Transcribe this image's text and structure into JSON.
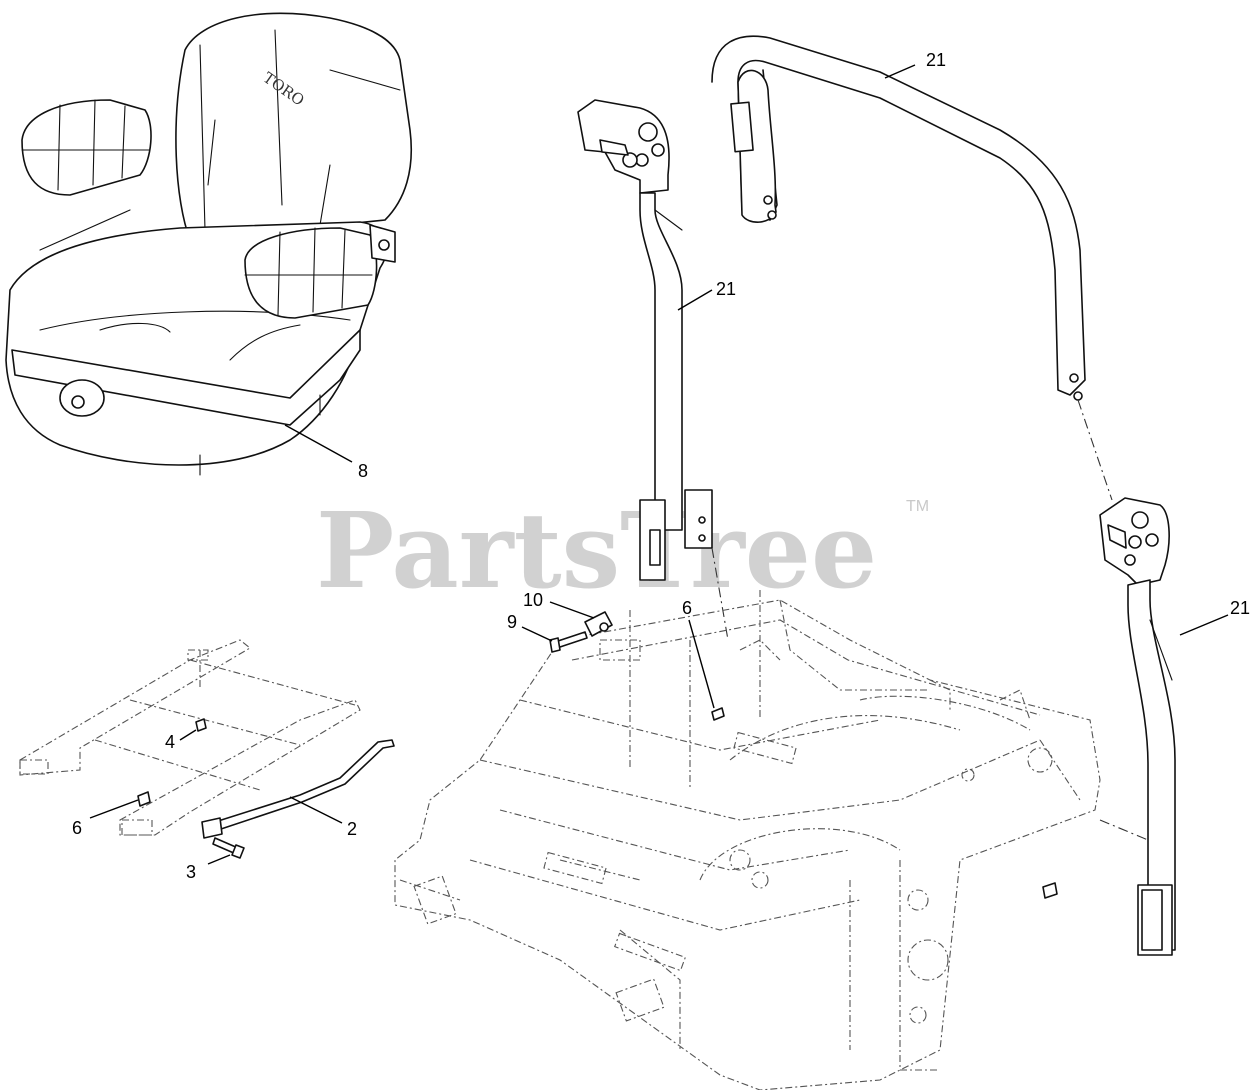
{
  "watermark": {
    "text": "PartsTree",
    "trademark": "TM"
  },
  "seat_logo": "TORO",
  "callouts": [
    {
      "id": "c21a",
      "label": "21"
    },
    {
      "id": "c21b",
      "label": "21"
    },
    {
      "id": "c21c",
      "label": "21"
    },
    {
      "id": "c8",
      "label": "8"
    },
    {
      "id": "c10",
      "label": "10"
    },
    {
      "id": "c9",
      "label": "9"
    },
    {
      "id": "c6a",
      "label": "6"
    },
    {
      "id": "c4",
      "label": "4"
    },
    {
      "id": "c6b",
      "label": "6"
    },
    {
      "id": "c2",
      "label": "2"
    },
    {
      "id": "c3",
      "label": "3"
    }
  ]
}
